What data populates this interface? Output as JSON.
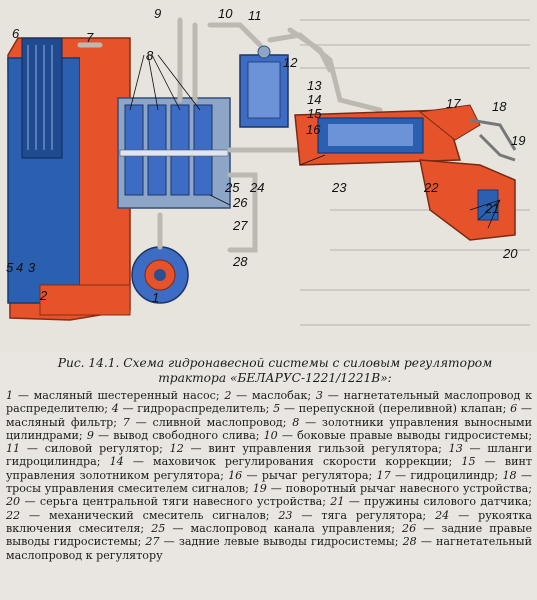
{
  "figure": {
    "labels": [
      "1",
      "2",
      "3",
      "4",
      "5",
      "6",
      "7",
      "8",
      "9",
      "10",
      "11",
      "12",
      "13",
      "14",
      "15",
      "16",
      "17",
      "18",
      "19",
      "20",
      "21",
      "22",
      "23",
      "24",
      "25",
      "26",
      "27",
      "28"
    ],
    "colors": {
      "tank_blue": "#2b5fb0",
      "body_orange": "#e6532a",
      "valve_blue": "#3d6cc4",
      "pipe_gray": "#c9c6c0",
      "background": "#e7e3dd"
    }
  },
  "caption": {
    "label": "Рис. 14.1.",
    "text": "Схема гидронавесной системы с силовым регулятором трактора «БЕЛАРУС-1221/1221В»:"
  },
  "legend": [
    {
      "n": "1",
      "text": "масляный шестеренный насос;"
    },
    {
      "n": "2",
      "text": "маслобак;"
    },
    {
      "n": "3",
      "text": "нагнетательный маслопровод к распределителю;"
    },
    {
      "n": "4",
      "text": "гидрораспределитель;"
    },
    {
      "n": "5",
      "text": "перепускной (переливной) клапан;"
    },
    {
      "n": "6",
      "text": "масляный фильтр;"
    },
    {
      "n": "7",
      "text": "сливной маслопровод;"
    },
    {
      "n": "8",
      "text": "золотники управления выносными цилиндрами;"
    },
    {
      "n": "9",
      "text": "вывод свободного слива;"
    },
    {
      "n": "10",
      "text": "боковые правые выводы гидросистемы;"
    },
    {
      "n": "11",
      "text": "силовой регулятор;"
    },
    {
      "n": "12",
      "text": "винт управления гильзой регулятора;"
    },
    {
      "n": "13",
      "text": "шланги гидроцилиндра;"
    },
    {
      "n": "14",
      "text": "маховичок регулирования скорости коррекции;"
    },
    {
      "n": "15",
      "text": "винт управления золотником регулятора;"
    },
    {
      "n": "16",
      "text": "рычаг регулятора;"
    },
    {
      "n": "17",
      "text": "гидроцилиндр;"
    },
    {
      "n": "18",
      "text": "тросы управления смесителем сигналов;"
    },
    {
      "n": "19",
      "text": "поворотный рычаг навесного устройства;"
    },
    {
      "n": "20",
      "text": "серьга центральной тяги навесного устройства;"
    },
    {
      "n": "21",
      "text": "пружины силового датчика;"
    },
    {
      "n": "22",
      "text": "механический смеситель сигналов;"
    },
    {
      "n": "23",
      "text": "тяга регулятора;"
    },
    {
      "n": "24",
      "text": "рукоятка включения смесителя;"
    },
    {
      "n": "25",
      "text": "маслопровод канала управления;"
    },
    {
      "n": "26",
      "text": "задние правые выводы гидросистемы;"
    },
    {
      "n": "27",
      "text": "задние левые выводы гидросистемы;"
    },
    {
      "n": "28",
      "text": "нагнетательный маслопровод к регулятору"
    }
  ],
  "legend_separator": "—"
}
